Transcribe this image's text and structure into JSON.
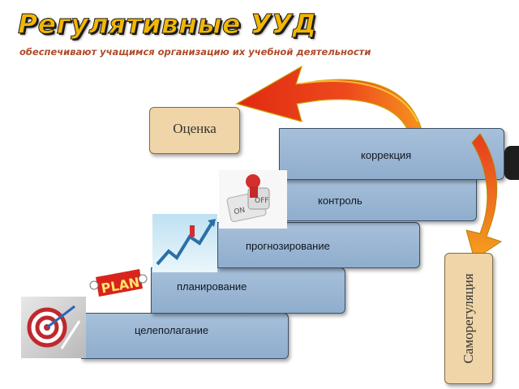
{
  "header": {
    "title": "Регулятивные УУД",
    "subtitle": "обеспечивают учащимся организацию их учебной деятельности"
  },
  "steps": [
    {
      "label": "целеполагание"
    },
    {
      "label": "планирование"
    },
    {
      "label": "прогнозирование"
    },
    {
      "label": "контроль"
    },
    {
      "label": "коррекция"
    }
  ],
  "boxes": {
    "evaluation": "Оценка",
    "self_regulation": "Саморегуляция"
  },
  "icons": [
    "target-icon",
    "plan-icon",
    "growth-chart-icon",
    "control-icon"
  ],
  "colors": {
    "title": "#f2b705",
    "step_fill": "#9db9d6",
    "box_fill": "#efd5a8",
    "arrow_red": "#e53a1e",
    "arrow_orange": "#f58a1f"
  }
}
